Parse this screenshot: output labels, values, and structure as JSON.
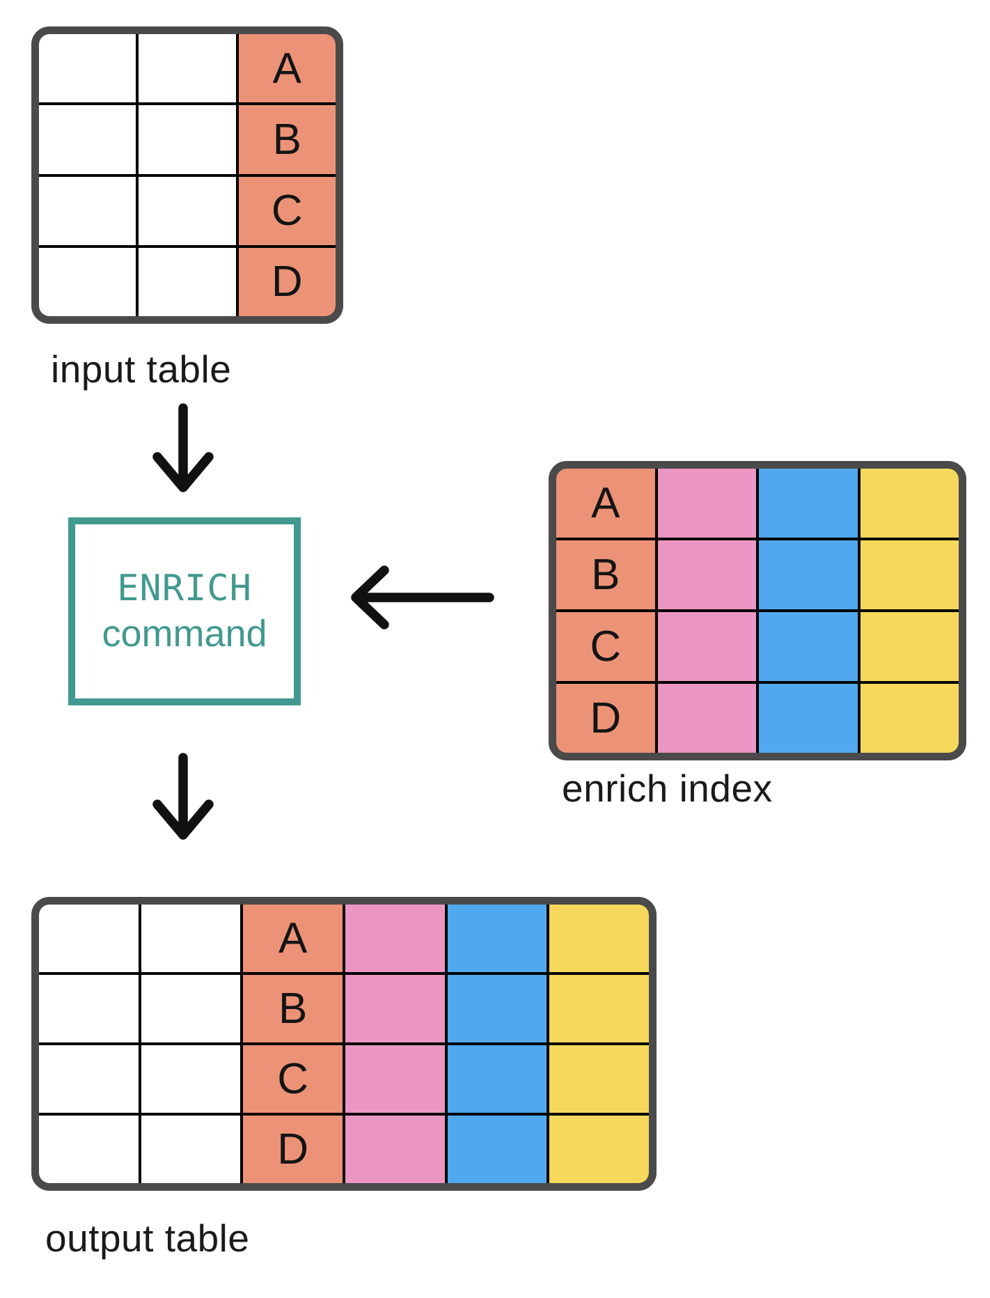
{
  "colors": {
    "salmon": "#EC9377",
    "pink": "#EC96C4",
    "blue": "#50A8EE",
    "yellow": "#F6D95C",
    "teal": "#42998F",
    "border-dark": "#4A4A4A",
    "grid-line": "#000000",
    "text": "#1A1A1A"
  },
  "input_table": {
    "label": "input table",
    "column_count": 3,
    "row_count": 4,
    "key_column_index": 2,
    "key_letters": [
      "A",
      "B",
      "C",
      "D"
    ]
  },
  "enrich_command": {
    "keyword": "ENRICH",
    "word": "command"
  },
  "enrich_index": {
    "label": "enrich index",
    "column_count": 4,
    "row_count": 4,
    "key_column_index": 0,
    "key_letters": [
      "A",
      "B",
      "C",
      "D"
    ],
    "value_columns": [
      "pink",
      "blue",
      "yellow"
    ]
  },
  "output_table": {
    "label": "output table",
    "column_count": 6,
    "row_count": 4,
    "key_column_index": 2,
    "key_letters": [
      "A",
      "B",
      "C",
      "D"
    ],
    "value_columns": [
      "pink",
      "blue",
      "yellow"
    ]
  },
  "arrows": [
    {
      "name": "input-to-command",
      "direction": "down"
    },
    {
      "name": "index-to-command",
      "direction": "left"
    },
    {
      "name": "command-to-output",
      "direction": "down"
    }
  ]
}
